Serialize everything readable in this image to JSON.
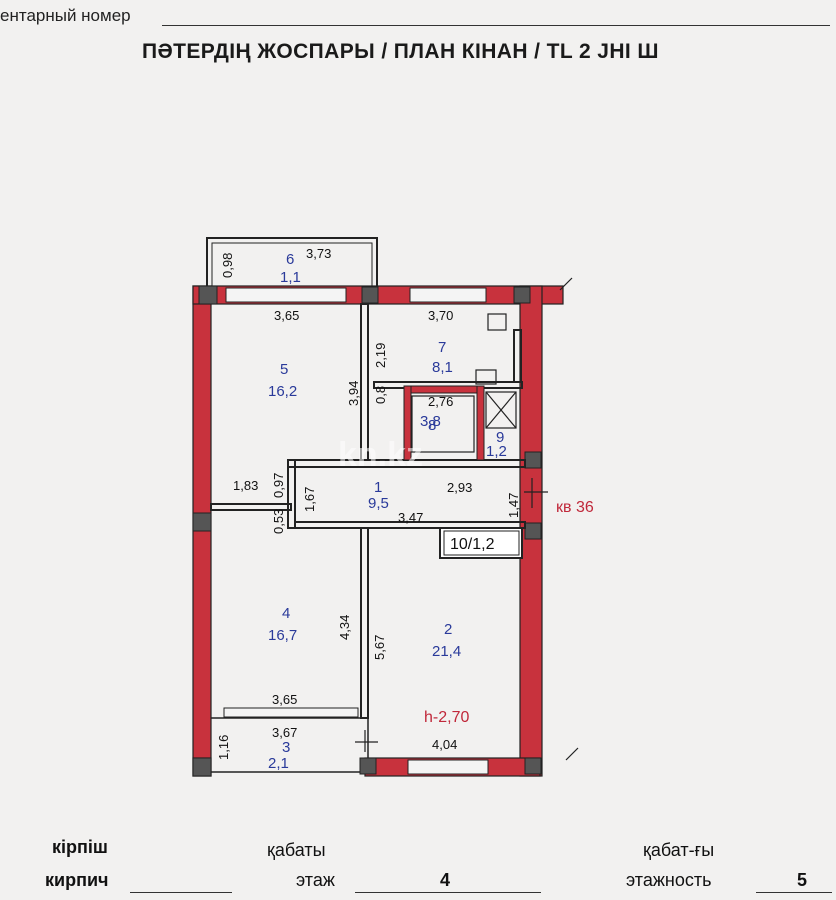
{
  "header": {
    "top_label": "ентарный номер",
    "title": "ПӘТЕРДІҢ ЖОСПАРЫ / ПЛАН КІНАН / ТL 2 JHI Ш"
  },
  "plan": {
    "apartment_label": "кв 36",
    "height_label": "h-2,70",
    "watermark": "kn.kz",
    "rooms": [
      {
        "num": "1",
        "area": "9,5"
      },
      {
        "num": "2",
        "area": "21,4"
      },
      {
        "num": "3",
        "area": "2,1"
      },
      {
        "num": "4",
        "area": "16,7"
      },
      {
        "num": "5",
        "area": "16,2"
      },
      {
        "num": "6",
        "area": "1,1"
      },
      {
        "num": "7",
        "area": "8,1"
      },
      {
        "num": "8",
        "area": "3,8"
      },
      {
        "num": "9",
        "area": "1,2"
      },
      {
        "label": "10/1,2"
      }
    ],
    "dims": [
      "0,98",
      "3,73",
      "3,65",
      "3,70",
      "2,19",
      "3,94",
      "0,8",
      "2,76",
      "1,83",
      "0,97",
      "1,67",
      "2,93",
      "1,47",
      "0,53",
      "3,47",
      "4,34",
      "5,67",
      "3,65",
      "3,67",
      "1,16",
      "4,04"
    ]
  },
  "footer": {
    "material_kz": "кірпіш",
    "material_ru": "кирпич",
    "floor_kz": "қабаты",
    "floor_ru": "этаж",
    "floor_value": "4",
    "floors_kz": "қабат-ғы",
    "floors_ru": "этажность",
    "floors_value": "5"
  }
}
